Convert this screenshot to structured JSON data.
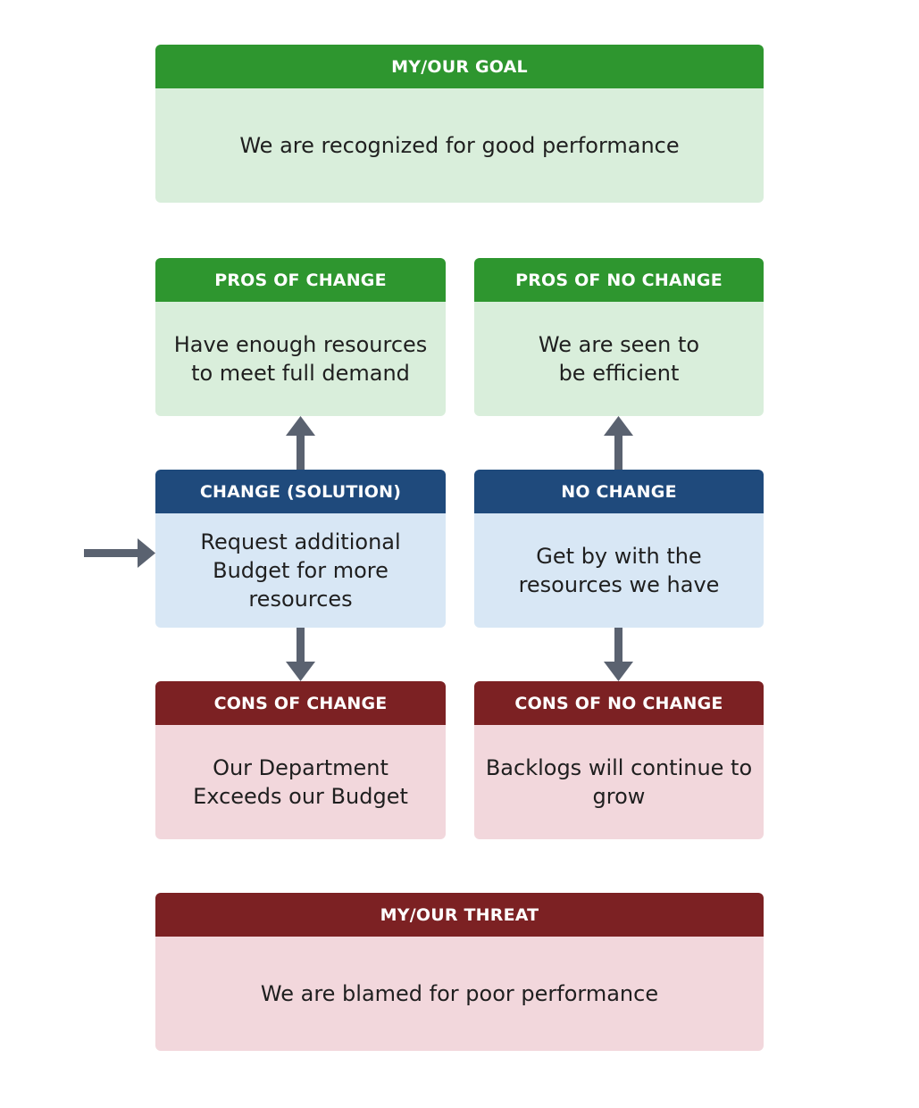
{
  "goal": {
    "title": "MY/OUR GOAL",
    "text": "We are recognized for good performance"
  },
  "pros_change": {
    "title": "PROS OF CHANGE",
    "text": "Have enough resources to meet full demand"
  },
  "pros_no_change": {
    "title": "PROS OF NO CHANGE",
    "text": "We are seen to be efficient"
  },
  "change": {
    "title": "CHANGE (SOLUTION)",
    "text": "Request additional Budget for more resources"
  },
  "no_change": {
    "title": "NO CHANGE",
    "text": "Get by with the resources we have"
  },
  "cons_change": {
    "title": "CONS OF CHANGE",
    "text": "Our Department Exceeds our Budget"
  },
  "cons_no_change": {
    "title": "CONS OF NO CHANGE",
    "text": "Backlogs will  continue to grow"
  },
  "threat": {
    "title": "MY/OUR THREAT",
    "text": "We are blamed for poor performance"
  },
  "colors": {
    "green_header": "#2e962f",
    "green_body": "#d9eedb",
    "blue_header": "#1f4a7c",
    "blue_body": "#d8e7f5",
    "red_header": "#7c2123",
    "red_body": "#f2d7dc",
    "arrow": "#5a6270"
  }
}
